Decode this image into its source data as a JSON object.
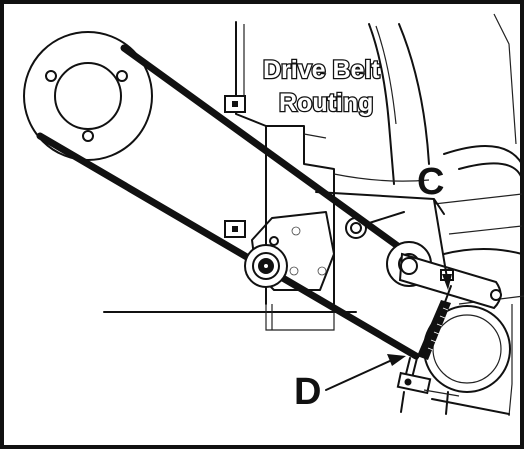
{
  "diagram": {
    "title_line_1": "Drive Belt",
    "title_line_2": "Routing",
    "callouts": {
      "c": "C",
      "d": "D"
    }
  }
}
